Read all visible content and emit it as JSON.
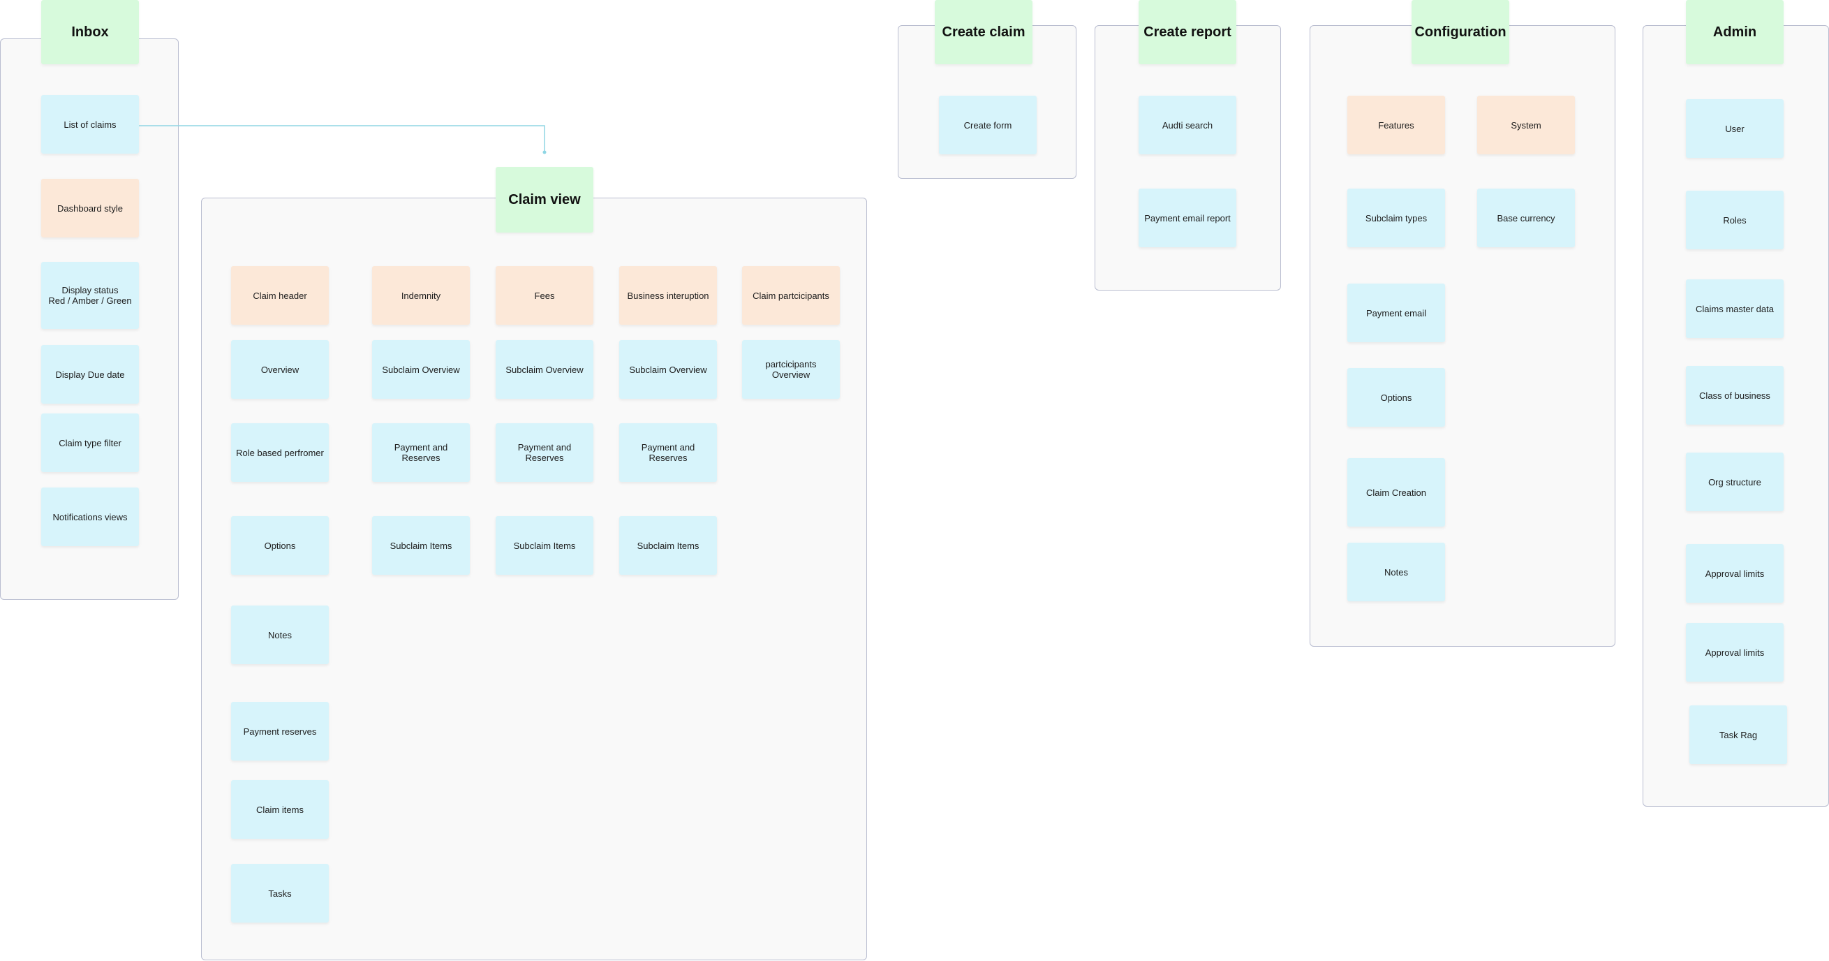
{
  "colors": {
    "frame_bg": "#f9f9f9",
    "frame_border": "#b9bdd0",
    "header_green": "#d7fadc",
    "note_blue": "#d7f4fb",
    "note_orange": "#fce8d8",
    "connector": "#8fd6e4"
  },
  "inbox": {
    "title": "Inbox",
    "items": [
      "List of claims",
      "Dashboard style",
      "Display status\nRed / Amber / Green",
      "Display Due date",
      "Claim type filter",
      "Notifications views"
    ]
  },
  "claim_view": {
    "title": "Claim view",
    "columns": [
      {
        "header": "Claim header",
        "items": [
          "Overview",
          "Role based perfromer",
          "Options",
          "Notes",
          "Payment reserves",
          "Claim items",
          "Tasks"
        ]
      },
      {
        "header": "Indemnity",
        "items": [
          "Subclaim Overview",
          "Payment and Reserves",
          "Subclaim Items"
        ]
      },
      {
        "header": "Fees",
        "items": [
          "Subclaim Overview",
          "Payment and Reserves",
          "Subclaim Items"
        ]
      },
      {
        "header": "Business interuption",
        "items": [
          "Subclaim Overview",
          "Payment and Reserves",
          "Subclaim Items"
        ]
      },
      {
        "header": "Claim partcicipants",
        "items": [
          "partcicipants Overview"
        ]
      }
    ]
  },
  "create_claim": {
    "title": "Create claim",
    "items": [
      "Create form"
    ]
  },
  "create_report": {
    "title": "Create report",
    "items": [
      "Audti search",
      "Payment email report"
    ]
  },
  "configuration": {
    "title": "Configuration",
    "features": [
      "Features",
      "Subclaim types",
      "Payment email",
      "Options",
      "Claim Creation",
      "Notes"
    ],
    "system": [
      "System",
      "Base currency"
    ]
  },
  "admin": {
    "title": "Admin",
    "items": [
      "User",
      "Roles",
      "Claims master data",
      "Class of business",
      "Org structure",
      "Approval limits",
      "Approval limits",
      "Task Rag"
    ]
  }
}
